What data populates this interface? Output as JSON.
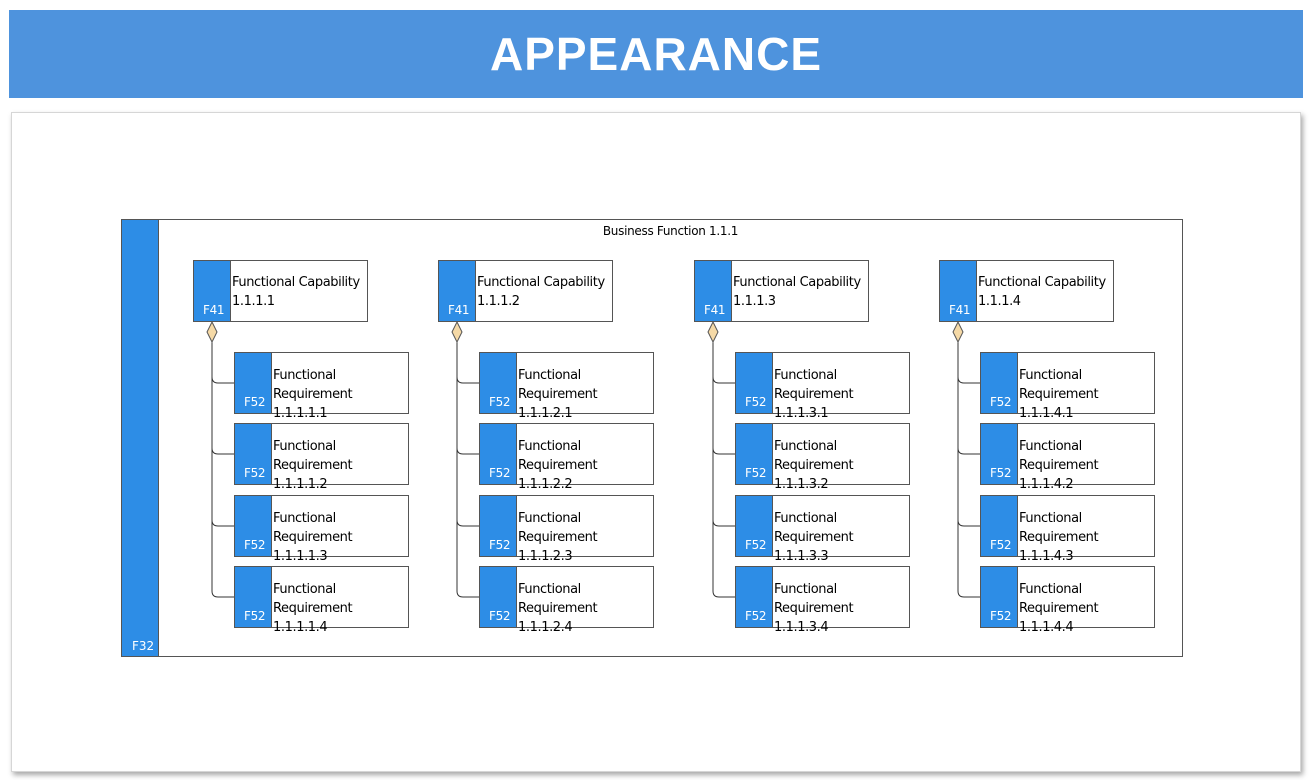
{
  "header": {
    "title": "APPEARANCE"
  },
  "business_function": {
    "title": "Business Function 1.1.1",
    "code": "F32"
  },
  "capabilities": [
    {
      "line1": "Functional Capability",
      "line2": "1.1.1.1",
      "code": "F41",
      "requirements": [
        {
          "line1": "Functional",
          "line2": "Requirement 1.1.1.1.1",
          "code": "F52"
        },
        {
          "line1": "Functional",
          "line2": "Requirement 1.1.1.1.2",
          "code": "F52"
        },
        {
          "line1": "Functional",
          "line2": "Requirement 1.1.1.1.3",
          "code": "F52"
        },
        {
          "line1": "Functional",
          "line2": "Requirement 1.1.1.1.4",
          "code": "F52"
        }
      ]
    },
    {
      "line1": "Functional Capability",
      "line2": "1.1.1.2",
      "code": "F41",
      "requirements": [
        {
          "line1": "Functional",
          "line2": "Requirement 1.1.1.2.1",
          "code": "F52"
        },
        {
          "line1": "Functional",
          "line2": "Requirement 1.1.1.2.2",
          "code": "F52"
        },
        {
          "line1": "Functional",
          "line2": "Requirement 1.1.1.2.3",
          "code": "F52"
        },
        {
          "line1": "Functional",
          "line2": "Requirement 1.1.1.2.4",
          "code": "F52"
        }
      ]
    },
    {
      "line1": "Functional Capability",
      "line2": "1.1.1.3",
      "code": "F41",
      "requirements": [
        {
          "line1": "Functional",
          "line2": "Requirement 1.1.1.3.1",
          "code": "F52"
        },
        {
          "line1": "Functional",
          "line2": "Requirement 1.1.1.3.2",
          "code": "F52"
        },
        {
          "line1": "Functional",
          "line2": "Requirement 1.1.1.3.3",
          "code": "F52"
        },
        {
          "line1": "Functional",
          "line2": "Requirement 1.1.1.3.4",
          "code": "F52"
        }
      ]
    },
    {
      "line1": "Functional Capability",
      "line2": "1.1.1.4",
      "code": "F41",
      "requirements": [
        {
          "line1": "Functional",
          "line2": "Requirement 1.1.1.4.1",
          "code": "F52"
        },
        {
          "line1": "Functional",
          "line2": "Requirement 1.1.1.4.2",
          "code": "F52"
        },
        {
          "line1": "Functional",
          "line2": "Requirement 1.1.1.4.3",
          "code": "F52"
        },
        {
          "line1": "Functional",
          "line2": "Requirement 1.1.1.4.4",
          "code": "F52"
        }
      ]
    }
  ],
  "colors": {
    "header": "#4e93dd",
    "tab": "#2d8de6",
    "diamond": "#f5d9a6"
  }
}
